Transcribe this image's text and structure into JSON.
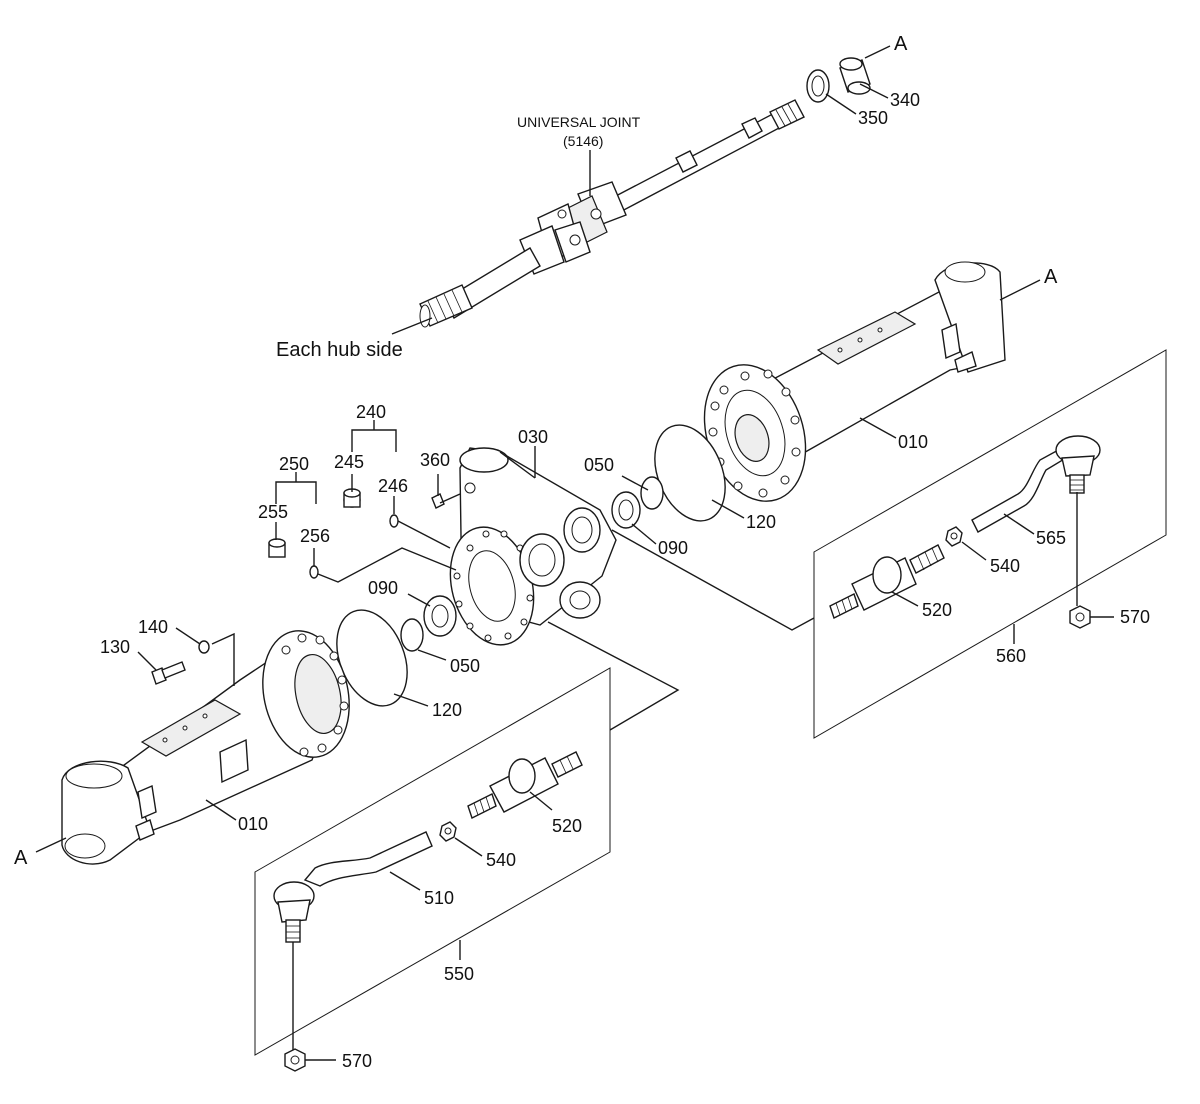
{
  "labels": {
    "universal_joint": "UNIVERSAL JOINT",
    "universal_joint_ref": "(5146)",
    "each_hub_side": "Each hub side",
    "ref_a": "A"
  },
  "parts": {
    "p010": "010",
    "p030": "030",
    "p050": "050",
    "p090": "090",
    "p120": "120",
    "p130": "130",
    "p140": "140",
    "p240": "240",
    "p245": "245",
    "p246": "246",
    "p250": "250",
    "p255": "255",
    "p256": "256",
    "p340": "340",
    "p350": "350",
    "p360": "360",
    "p510": "510",
    "p520": "520",
    "p540": "540",
    "p550": "550",
    "p560": "560",
    "p565": "565",
    "p570": "570"
  }
}
